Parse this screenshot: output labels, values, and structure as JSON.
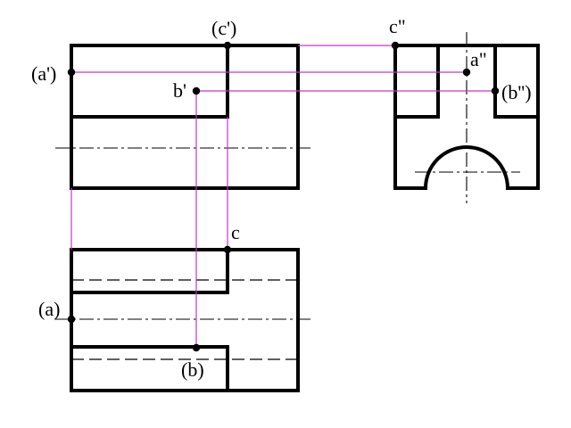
{
  "colors": {
    "outline": "#000000",
    "projection": "#cc33cc",
    "background": "#ffffff"
  },
  "labels": {
    "a_front": "(a')",
    "b_front": "b'",
    "c_front": "(c')",
    "a_side": "a\"",
    "b_side": "(b'')",
    "c_side": "c\"",
    "a_top": "(a)",
    "b_top": "(b)",
    "c_top": "c"
  }
}
